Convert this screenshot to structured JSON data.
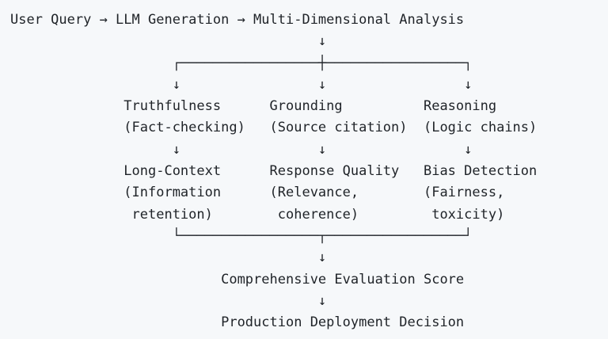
{
  "colors": {
    "background": "#f6f8fa",
    "text": "#1f2328"
  },
  "diagram": {
    "kind": "ascii-flowchart",
    "lines": [
      "User Query → LLM Generation → Multi-Dimensional Analysis",
      "                                      ↓",
      "                    ┌─────────────────┼─────────────────┐",
      "                    ↓                 ↓                 ↓",
      "              Truthfulness      Grounding          Reasoning",
      "              (Fact-checking)   (Source citation)  (Logic chains)",
      "                    ↓                 ↓                 ↓",
      "              Long-Context      Response Quality   Bias Detection",
      "              (Information      (Relevance,        (Fairness,",
      "               retention)        coherence)         toxicity)",
      "                    └─────────────────┬─────────────────┘",
      "                                      ↓",
      "                          Comprehensive Evaluation Score",
      "                                      ↓",
      "                          Production Deployment Decision"
    ]
  },
  "flowchart": {
    "entry": "User Query → LLM Generation → Multi-Dimensional Analysis",
    "branches": [
      {
        "stage1_label": "Truthfulness",
        "stage1_detail": "(Fact-checking)",
        "stage2_label": "Long-Context",
        "stage2_detail": "(Information retention)"
      },
      {
        "stage1_label": "Grounding",
        "stage1_detail": "(Source citation)",
        "stage2_label": "Response Quality",
        "stage2_detail": "(Relevance, coherence)"
      },
      {
        "stage1_label": "Reasoning",
        "stage1_detail": "(Logic chains)",
        "stage2_label": "Bias Detection",
        "stage2_detail": "(Fairness, toxicity)"
      }
    ],
    "merge_sequence": [
      "Comprehensive Evaluation Score",
      "Production Deployment Decision"
    ]
  }
}
